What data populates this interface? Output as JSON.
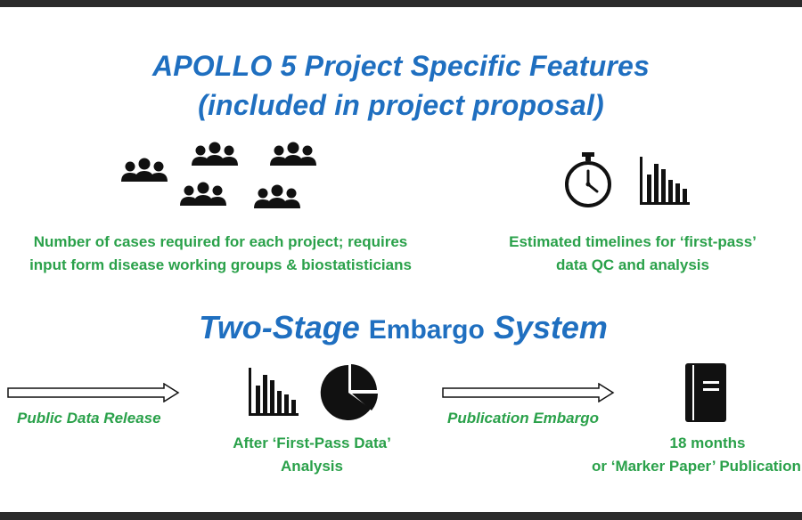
{
  "title": {
    "line1": "APOLLO 5 Project Specific Features",
    "line2": "(included in project proposal)"
  },
  "features": {
    "cases": {
      "line1": "Number of cases required for each project; requires",
      "line2": "input form disease working groups & biostatisticians",
      "icon": "group-icon"
    },
    "timelines": {
      "line1": "Estimated timelines for ‘first-pass’",
      "line2": "data QC and analysis",
      "icons": [
        "stopwatch-icon",
        "bar-chart-icon"
      ]
    }
  },
  "embargo": {
    "heading_start": "Two-Stage",
    "heading_mid": "Embargo",
    "heading_end": "System",
    "stages": {
      "public_release": "Public Data Release",
      "first_pass_line1": "After ‘First-Pass Data’",
      "first_pass_line2": "Analysis",
      "publication_embargo": "Publication Embargo",
      "final_line1": "18 months",
      "final_line2": "or ‘Marker Paper’ Publication"
    },
    "icons": [
      "arrow-icon",
      "bar-chart-icon",
      "pie-chart-icon",
      "notebook-icon"
    ]
  },
  "colors": {
    "title_blue": "#1f6fc0",
    "text_green": "#2aa14a",
    "icon_black": "#111111",
    "frame_dark": "#2b2b2b"
  }
}
